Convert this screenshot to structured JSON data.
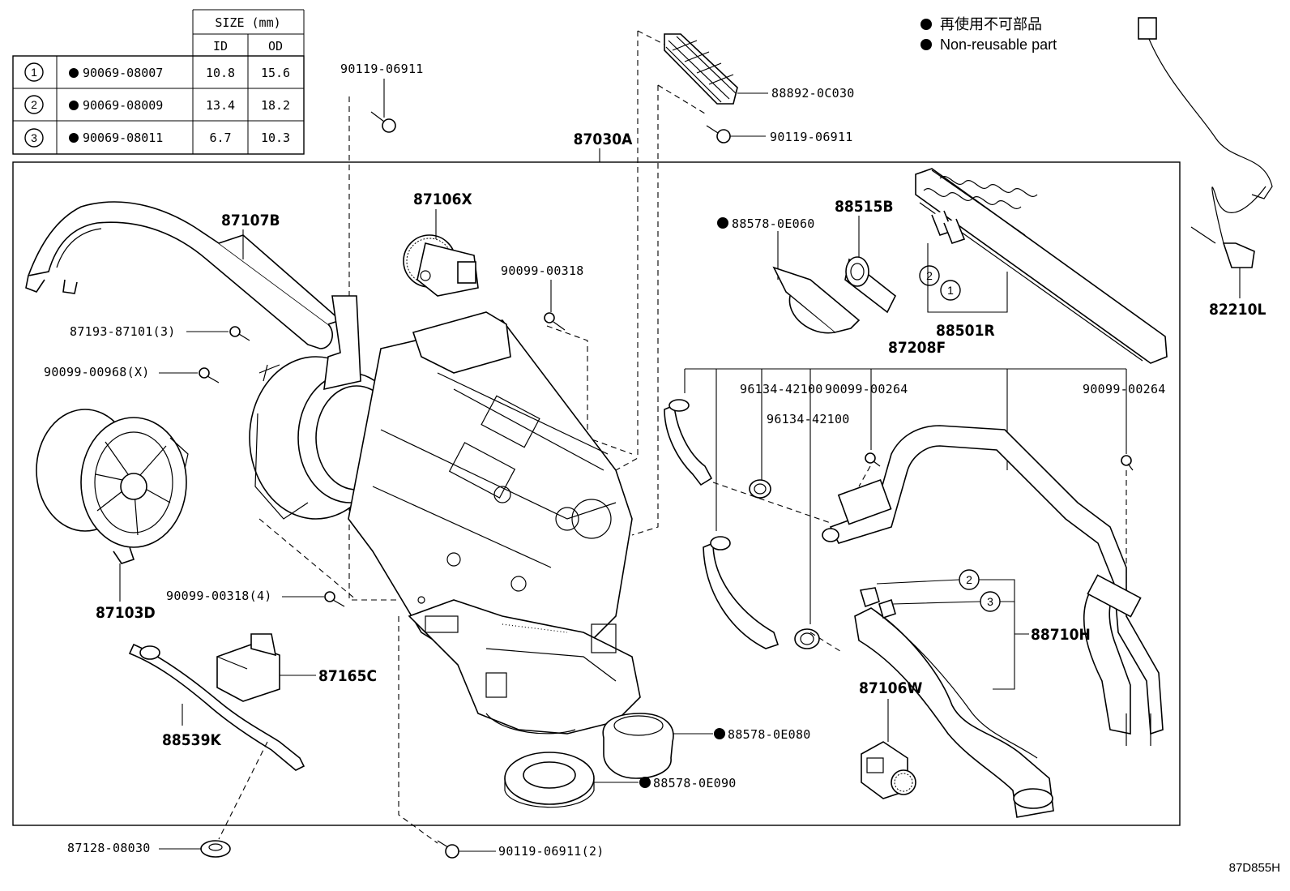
{
  "size_table": {
    "header_size": "SIZE (mm)",
    "header_id": "ID",
    "header_od": "OD",
    "rows": [
      {
        "ref": "1",
        "part": "90069-08007",
        "id": "10.8",
        "od": "15.6"
      },
      {
        "ref": "2",
        "part": "90069-08009",
        "id": "13.4",
        "od": "18.2"
      },
      {
        "ref": "3",
        "part": "90069-08011",
        "id": "6.7",
        "od": "10.3"
      }
    ]
  },
  "legend": {
    "jp": "再使用不可部品",
    "en": "Non-reusable part"
  },
  "parts": {
    "p87030A": "87030A",
    "p87107B": "87107B",
    "p87106X": "87106X",
    "p87193": "87193-87101(3)",
    "p90099_00968": "90099-00968(X)",
    "p90099_00318": "90099-00318",
    "p90099_00318_4": "90099-00318(4)",
    "p87103D": "87103D",
    "p87165C": "87165C",
    "p88539K": "88539K",
    "p87128": "87128-08030",
    "p90119_top": "90119-06911",
    "p90119_right": "90119-06911",
    "p90119_bottom": "90119-06911(2)",
    "p88892": "88892-0C030",
    "p88578_0E060": "88578-0E060",
    "p88515B": "88515B",
    "p88501R": "88501R",
    "p82210L": "82210L",
    "p87208F": "87208F",
    "p96134_a": "96134-42100",
    "p96134_b": "96134-42100",
    "p90099_00264_a": "90099-00264",
    "p90099_00264_b": "90099-00264",
    "p88710H": "88710H",
    "p87106W": "87106W",
    "p88578_0E080": "88578-0E080",
    "p88578_0E090": "88578-0E090"
  },
  "refs": {
    "r1": "1",
    "r2": "2",
    "r3": "3"
  },
  "diagram_code": "87D855H"
}
